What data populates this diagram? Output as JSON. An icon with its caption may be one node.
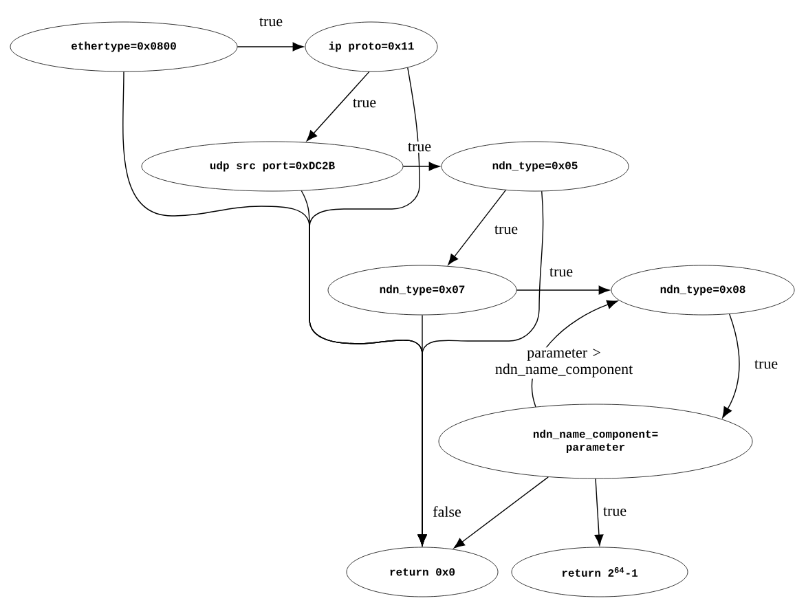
{
  "diagram": {
    "nodes": [
      {
        "text": [
          "ethertype=0x0800"
        ]
      },
      {
        "text": [
          "ip proto=0x11"
        ]
      },
      {
        "text": [
          "udp src port=0xDC2B"
        ]
      },
      {
        "text": [
          "ndn_type=0x05"
        ]
      },
      {
        "text": [
          "ndn_type=0x07"
        ]
      },
      {
        "text": [
          "ndn_type=0x08"
        ]
      },
      {
        "text": [
          "ndn_name_component= parameter"
        ]
      },
      {
        "text": [
          "return 0x0"
        ]
      },
      {
        "text": [
          "return 2$^{64}$-1"
        ]
      }
    ],
    "edges": [
      {
        "from": 0,
        "to": 1,
        "arrow": "to",
        "label": "true"
      },
      {
        "from": 1,
        "to": 2,
        "arrow": "to",
        "label": "true"
      },
      {
        "from": 2,
        "to": 3,
        "arrow": "to",
        "label": "true"
      },
      {
        "from": 3,
        "to": 4,
        "arrow": "to",
        "label": "true"
      },
      {
        "from": 4,
        "to": 5,
        "arrow": "to",
        "label": "true"
      },
      {
        "from": 5,
        "to": 6,
        "arrow": "to",
        "label": "true"
      },
      {
        "from": 6,
        "to": 5,
        "arrow": "to",
        "label": "parameter > ndn_name_component"
      },
      {
        "from": 6,
        "to": 7,
        "arrow": "to"
      },
      {
        "from": 6,
        "to": 8,
        "arrow": "to",
        "label": "true"
      },
      {
        "from": 0,
        "to": 7,
        "arrow": "to"
      },
      {
        "from": 1,
        "to": 7,
        "arrow": "to"
      },
      {
        "from": 2,
        "to": 7,
        "arrow": "to"
      },
      {
        "from": 3,
        "to": 7,
        "arrow": "to"
      },
      {
        "from": 4,
        "to": 7,
        "arrow": "to",
        "label": "false"
      }
    ]
  }
}
